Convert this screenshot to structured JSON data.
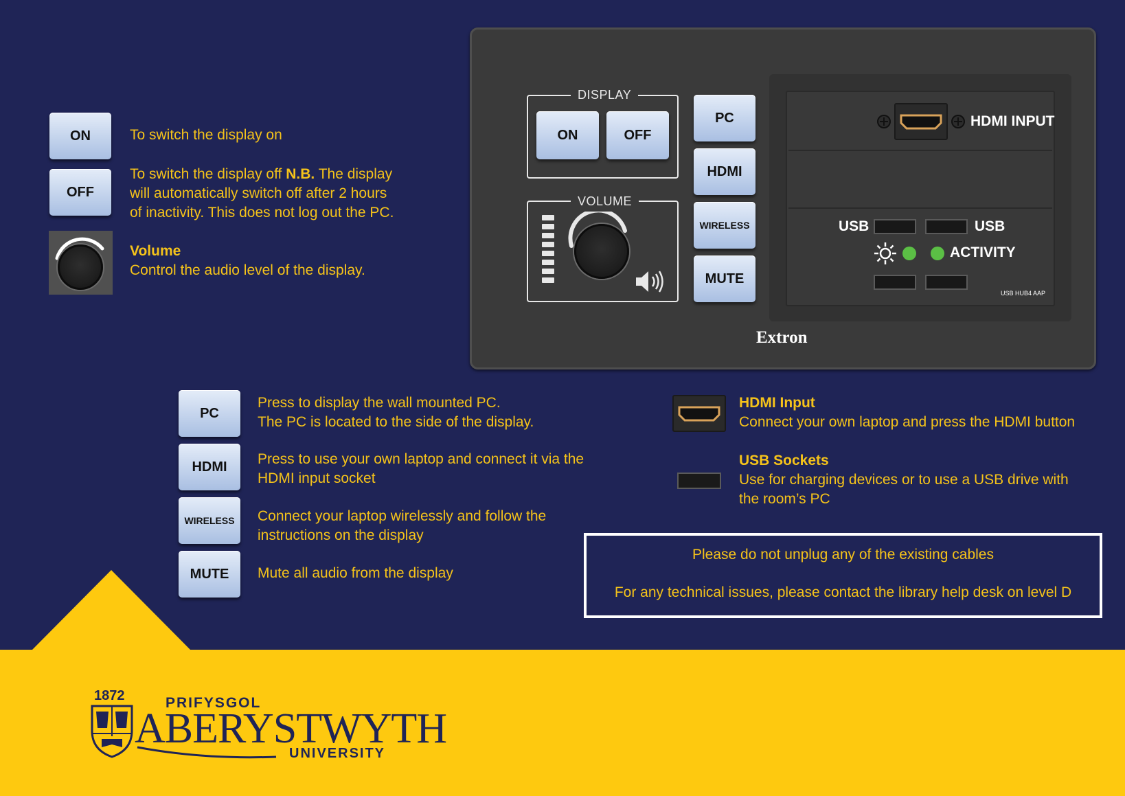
{
  "legend_top": {
    "on_button": "ON",
    "on_desc": "To switch the display on",
    "off_button": "OFF",
    "off_desc_line1_pre": "To switch the display off ",
    "off_desc_nb": "N.B.",
    "off_desc_line1_post": " The display",
    "off_desc_line2": "will automatically switch off after 2 hours",
    "off_desc_line3": "of inactivity. This does not log out the PC.",
    "volume_title": "Volume",
    "volume_desc": "Control the audio level of the display."
  },
  "panel": {
    "display_label": "DISPLAY",
    "on": "ON",
    "off": "OFF",
    "volume_label": "VOLUME",
    "pc": "PC",
    "hdmi": "HDMI",
    "wireless": "WIRELESS",
    "mute": "MUTE",
    "hdmi_input": "HDMI INPUT",
    "usb_left": "USB",
    "usb_right": "USB",
    "activity": "ACTIVITY",
    "model": "USB HUB4 AAP",
    "brand": "Extron"
  },
  "legend_bottom": {
    "pc_button": "PC",
    "pc_line1": "Press to display the wall mounted PC.",
    "pc_line2": "The PC is located to the side of the display.",
    "hdmi_button": "HDMI",
    "hdmi_line1": "Press to use your own laptop and connect it via the",
    "hdmi_line2": "HDMI input socket",
    "wireless_button": "WIRELESS",
    "wireless_line1": "Connect your laptop wirelessly and follow the",
    "wireless_line2": "instructions on the display",
    "mute_button": "MUTE",
    "mute_desc": "Mute all audio from the display"
  },
  "legend_right": {
    "hdmi_title": "HDMI Input",
    "hdmi_desc": "Connect your own laptop and press the HDMI button",
    "usb_title": "USB Sockets",
    "usb_line1": "Use for charging devices or to use a USB drive with",
    "usb_line2": "the room’s PC"
  },
  "notice": {
    "line1": "Please do not unplug any of the existing cables",
    "line2": "For any technical issues, please contact the library help desk on level D"
  },
  "logo": {
    "year": "1872",
    "welsh": "PRIFYSGOL",
    "name": "ABERYSTWYTH",
    "university": "UNIVERSITY"
  },
  "colors": {
    "background": "#1f2456",
    "accent_yellow": "#fec90f",
    "text_yellow": "#f5c31a",
    "panel": "#3a3a3a",
    "led_green": "#5bbf45"
  }
}
